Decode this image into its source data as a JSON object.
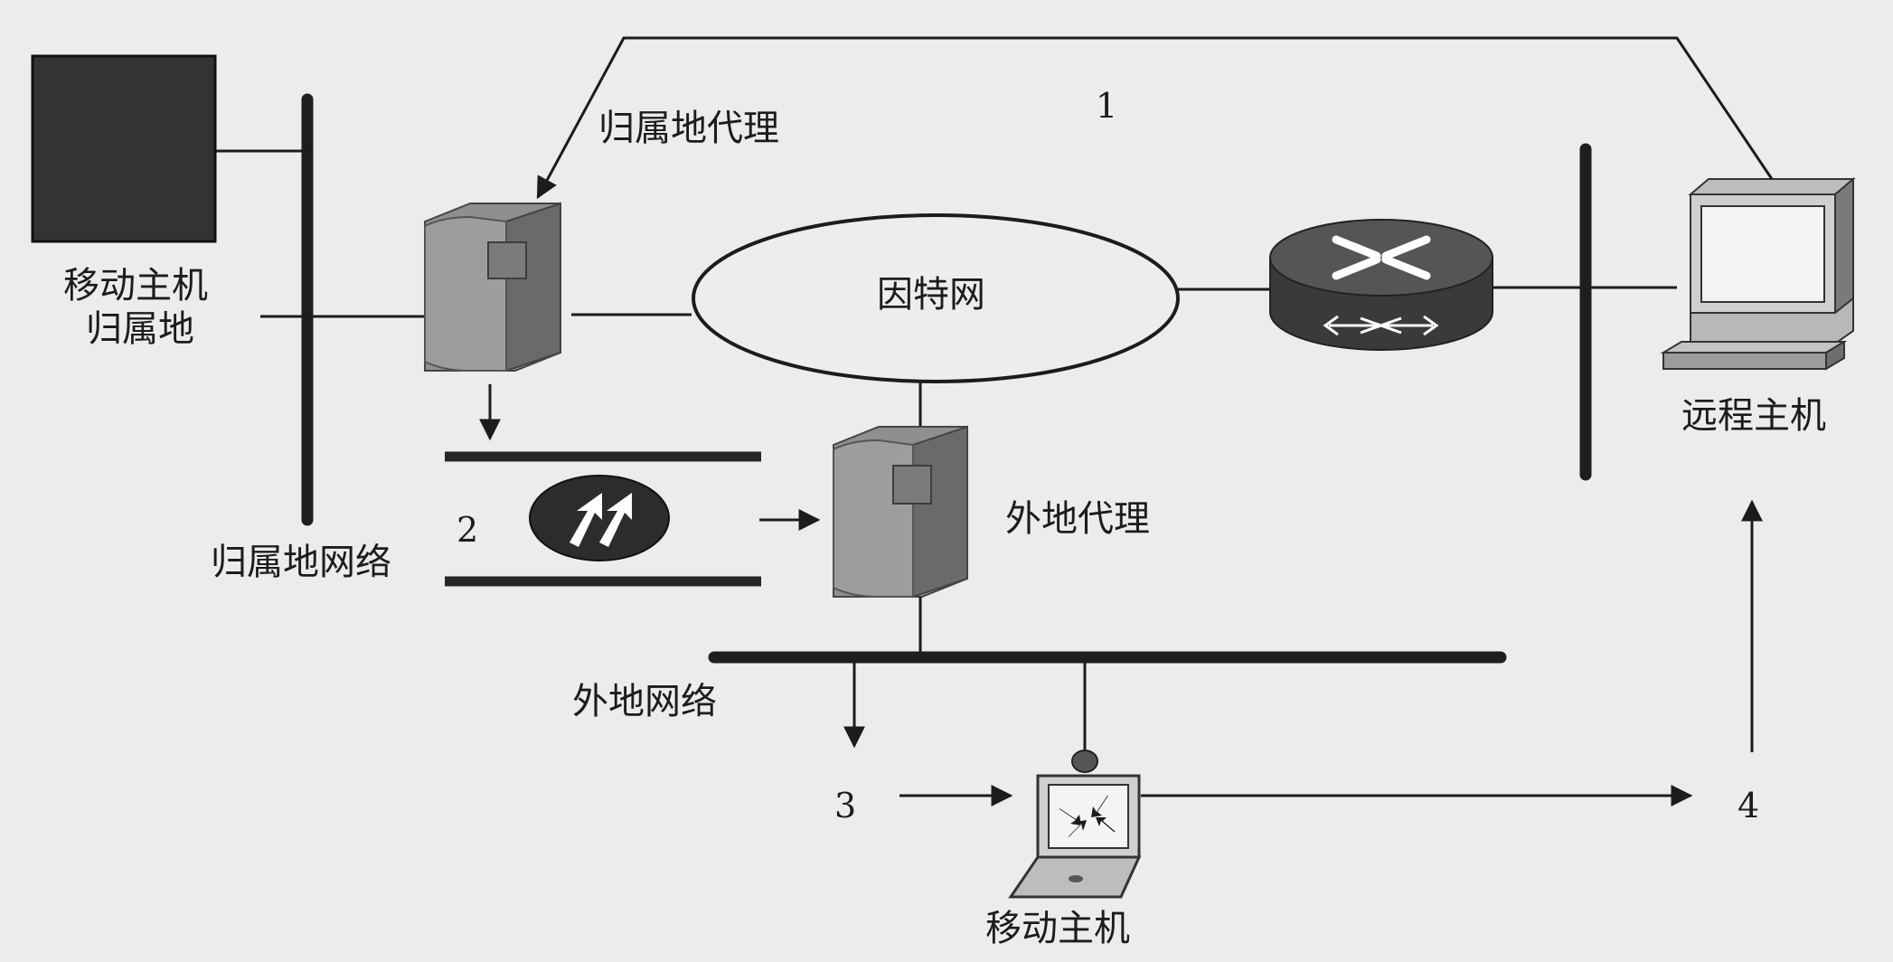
{
  "labels": {
    "mobile_host_home": [
      "移动主机",
      "归属地"
    ],
    "home_agent": "归属地代理",
    "home_network": "归属地网络",
    "internet": "因特网",
    "foreign_agent": "外地代理",
    "foreign_network": "外地网络",
    "remote_host": "远程主机",
    "mobile_host": "移动主机"
  },
  "steps": [
    "1",
    "2",
    "3",
    "4"
  ],
  "icons": {
    "mobile_host_home": "dark-square-host",
    "home_agent": "server-tower-icon",
    "foreign_agent": "server-tower-icon",
    "router": "router-icon",
    "remote_host": "desktop-computer-icon",
    "mobile_host": "laptop-icon",
    "tunnel": "tunnel-arrows-icon"
  },
  "colors": {
    "ink": "#1c1c1c",
    "background": "#ececea",
    "server": "#8e8e8e",
    "router": "#3d3d3d"
  }
}
